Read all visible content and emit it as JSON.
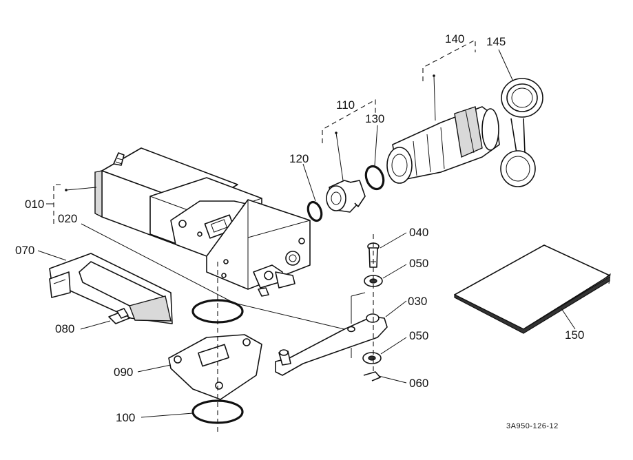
{
  "parts": [
    {
      "label": "010"
    },
    {
      "label": "020"
    },
    {
      "label": "030"
    },
    {
      "label": "040"
    },
    {
      "label": "050"
    },
    {
      "label": "050"
    },
    {
      "label": "060"
    },
    {
      "label": "070"
    },
    {
      "label": "080"
    },
    {
      "label": "090"
    },
    {
      "label": "100"
    },
    {
      "label": "110"
    },
    {
      "label": "120"
    },
    {
      "label": "130"
    },
    {
      "label": "140"
    },
    {
      "label": "145"
    },
    {
      "label": "150"
    }
  ],
  "drawing_ref": "3A950-126-12"
}
